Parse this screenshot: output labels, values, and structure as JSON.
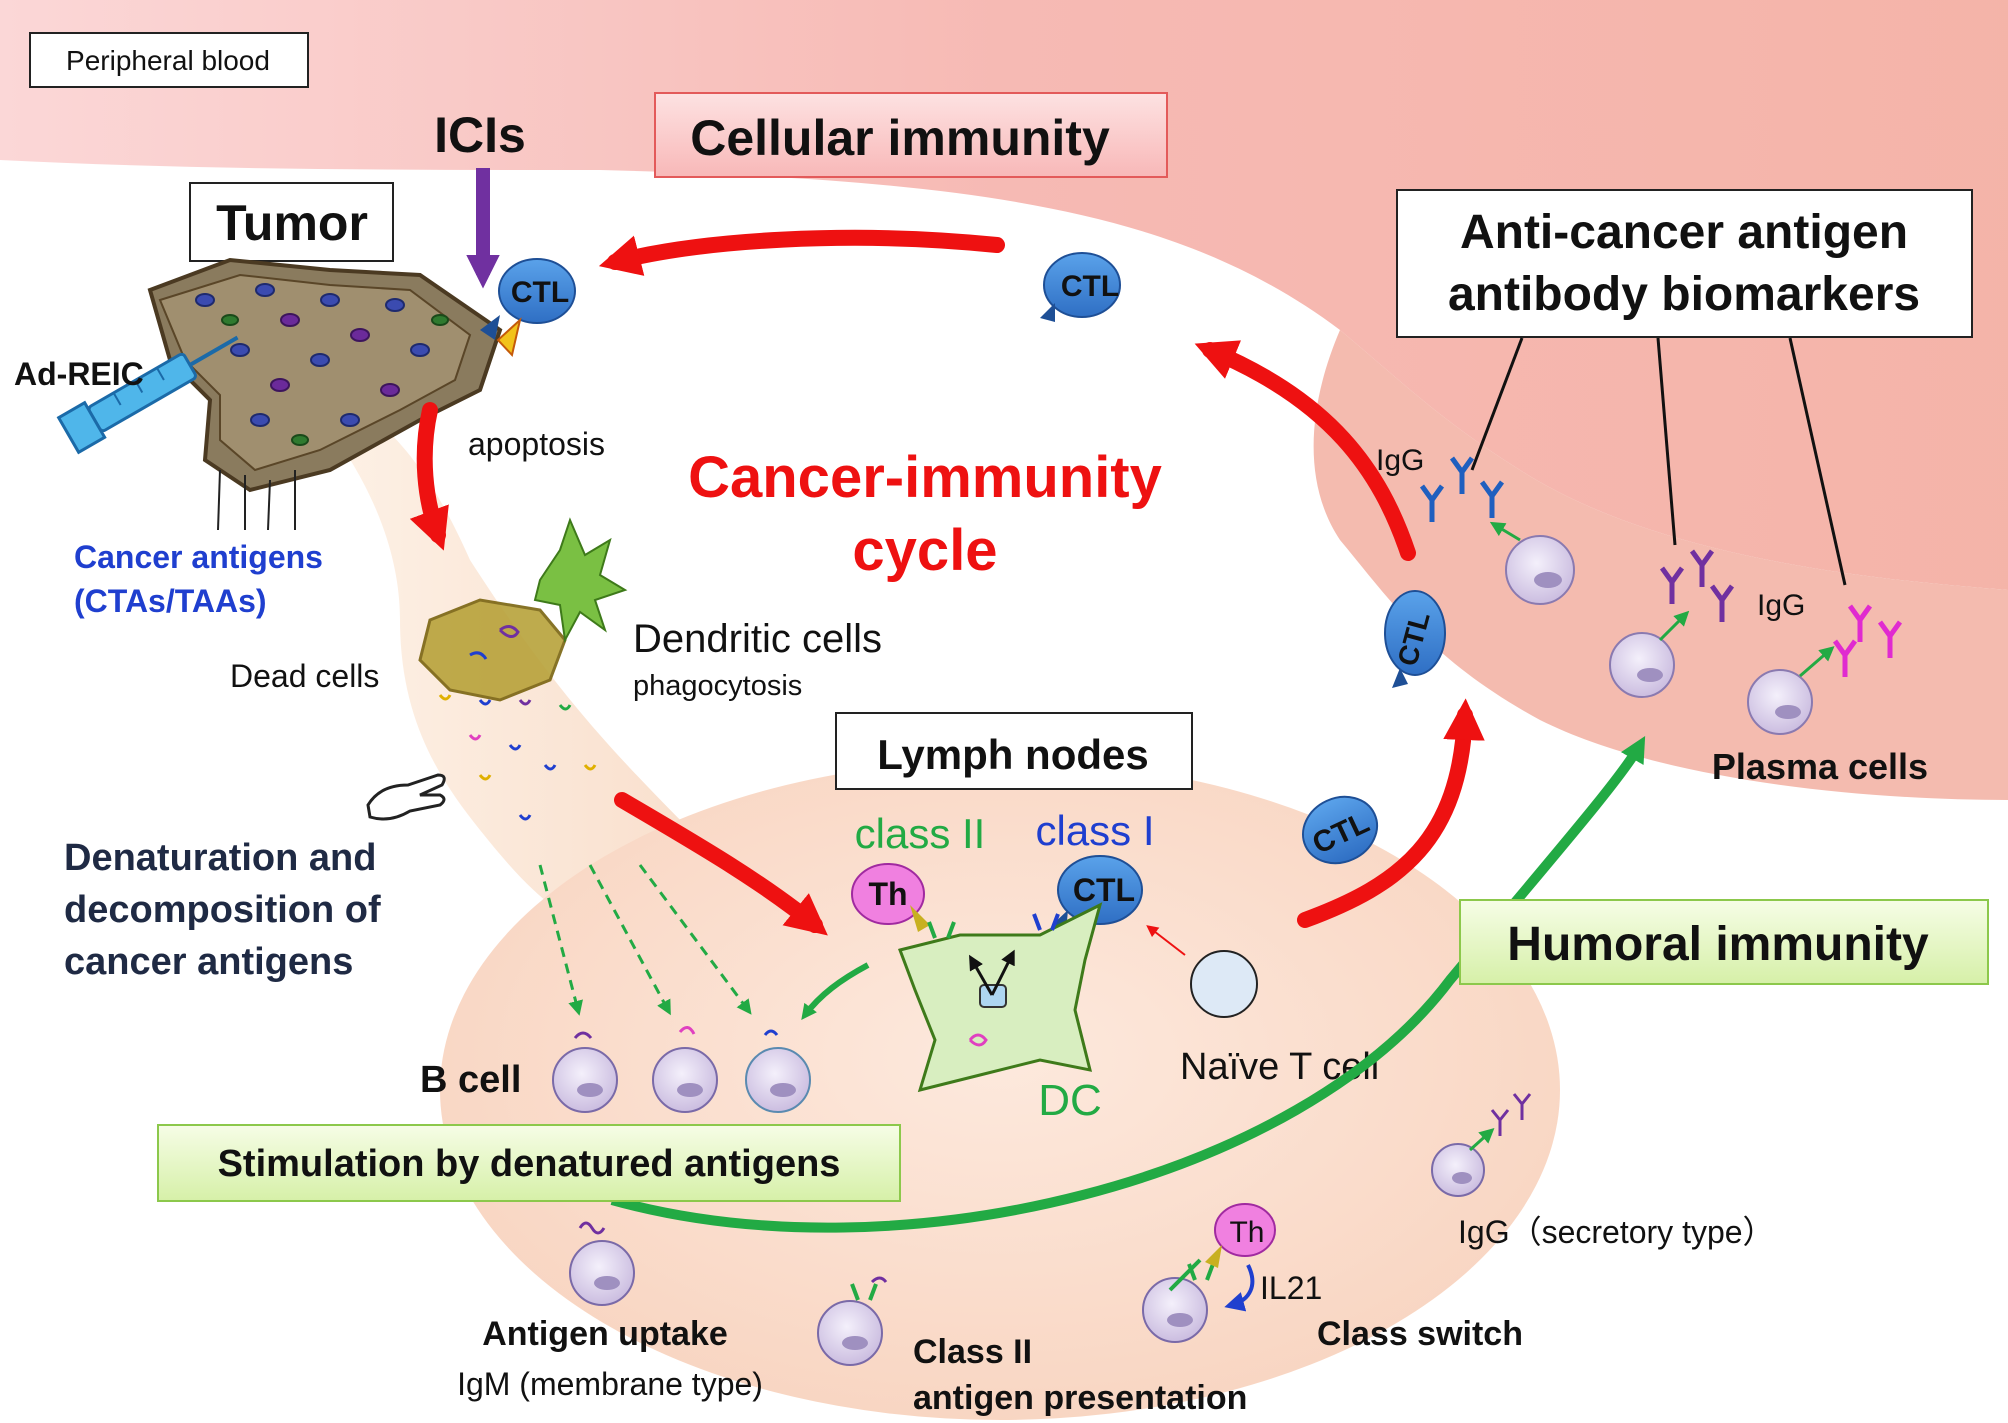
{
  "labels": {
    "peripheral_blood": "Peripheral blood",
    "icis": "ICIs",
    "cellular_immunity": "Cellular immunity",
    "tumor": "Tumor",
    "ctl": "CTL",
    "ad_reic": "Ad-REIC",
    "apoptosis": "apoptosis",
    "cycle_line1": "Cancer-immunity",
    "cycle_line2": "cycle",
    "cancer_antigens_line1": "Cancer antigens",
    "cancer_antigens_line2": "(CTAs/TAAs)",
    "dead_cells": "Dead cells",
    "dendritic_cells": "Dendritic cells",
    "phagocytosis": "phagocytosis",
    "denaturation_line1": "Denaturation and",
    "denaturation_line2": "decomposition of",
    "denaturation_line3": "cancer antigens",
    "lymph_nodes": "Lymph nodes",
    "class_ii": "class II",
    "class_i": "class I",
    "th": "Th",
    "naive_t_cell": "Naïve T cell",
    "dc": "DC",
    "b_cell": "B cell",
    "stimulation": "Stimulation by denatured antigens",
    "humoral_immunity": "Humoral immunity",
    "biomarkers_line1": "Anti-cancer antigen",
    "biomarkers_line2": "antibody biomarkers",
    "igg": "IgG",
    "plasma_cells": "Plasma cells",
    "igg_secretory": "IgG（secretory type）",
    "il21": "IL21",
    "class_switch": "Class switch",
    "antigen_uptake": "Antigen uptake",
    "igm_membrane": "IgM (membrane type)",
    "class_ii_ap_line1": "Class II",
    "class_ii_ap_line2": "antigen presentation"
  },
  "colors": {
    "cycle_arrow": "#ee1111",
    "humoral_arrow": "#22aa44",
    "icis_arrow": "#7030a0",
    "cycle_text": "#ee1111",
    "cancer_antigens_text": "#1f3fcf",
    "class_ii_text": "#22aa44",
    "class_i_text": "#1f3fcf",
    "denaturation_text": "#1f2a44",
    "ctl_fill": "#3d86d8",
    "th_fill": "#f080e0",
    "b_cell_fill": "#d9cfe8"
  }
}
